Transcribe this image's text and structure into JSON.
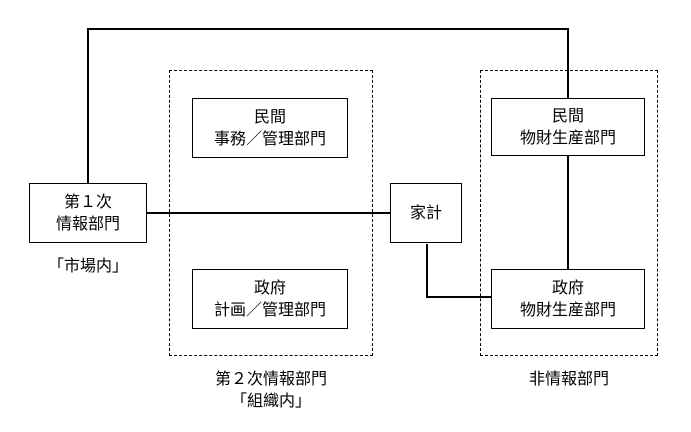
{
  "nodes": {
    "primary_info": {
      "line1": "第１次",
      "line2": "情報部門"
    },
    "private_admin": {
      "line1": "民間",
      "line2": "事務／管理部門"
    },
    "gov_plan": {
      "line1": "政府",
      "line2": "計画／管理部門"
    },
    "household": {
      "label": "家計"
    },
    "private_goods": {
      "line1": "民間",
      "line2": "物財生産部門"
    },
    "gov_goods": {
      "line1": "政府",
      "line2": "物財生産部門"
    }
  },
  "captions": {
    "market": "「市場内」",
    "secondary_line1": "第２次情報部門",
    "secondary_line2": "「組織内」",
    "non_info": "非情報部門"
  }
}
